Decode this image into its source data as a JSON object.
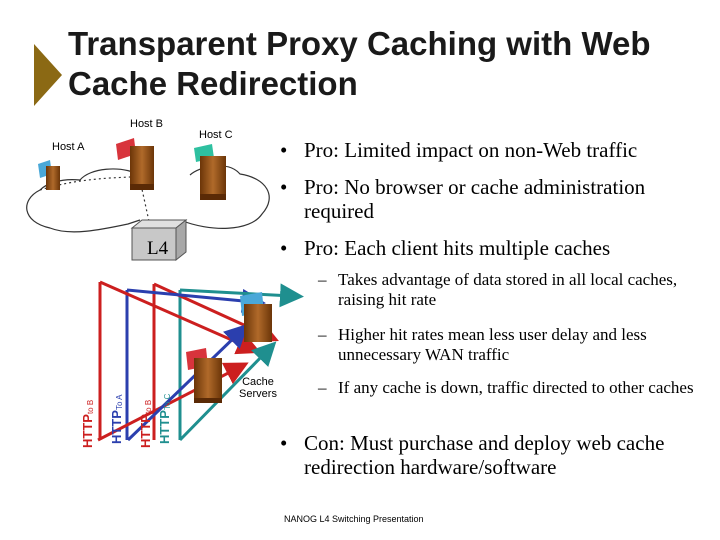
{
  "title": "Transparent Proxy Caching with Web Cache Redirection",
  "diagram": {
    "host_a": "Host A",
    "host_b": "Host B",
    "host_c": "Host C",
    "switch_label": "L4",
    "cache_servers_label": "Cache Servers",
    "flows": [
      {
        "main": "HTTP",
        "sub": "to B",
        "color": "#cc1f1f"
      },
      {
        "main": "HTTP",
        "sub": "To A",
        "color": "#2b3fae"
      },
      {
        "main": "HTTP",
        "sub": "to B",
        "color": "#cc1f1f"
      },
      {
        "main": "HTTP",
        "sub": "To C",
        "color": "#1f8f8f"
      }
    ]
  },
  "bullets": [
    {
      "text": "Pro: Limited impact on non-Web traffic"
    },
    {
      "text": "Pro: No browser or cache administration required"
    },
    {
      "text": "Pro: Each client hits multiple caches"
    },
    {
      "text": "Takes advantage of data stored in all local caches, raising hit rate",
      "sub": true
    },
    {
      "text": "Higher hit rates mean less user delay and less unnecessary WAN traffic",
      "sub": true
    },
    {
      "text": "If any cache is down, traffic directed to other caches",
      "sub": true
    },
    {
      "text": "Con: Must purchase and deploy web cache redirection hardware/software"
    }
  ],
  "bullet_mark": "•",
  "sub_mark": "–",
  "footer": "NANOG L4 Switching Presentation",
  "colors": {
    "marker": "#8b6914",
    "red": "#cc1f1f",
    "blue": "#2b3fae",
    "teal": "#1f8f8f",
    "server": "#8a4a12"
  }
}
